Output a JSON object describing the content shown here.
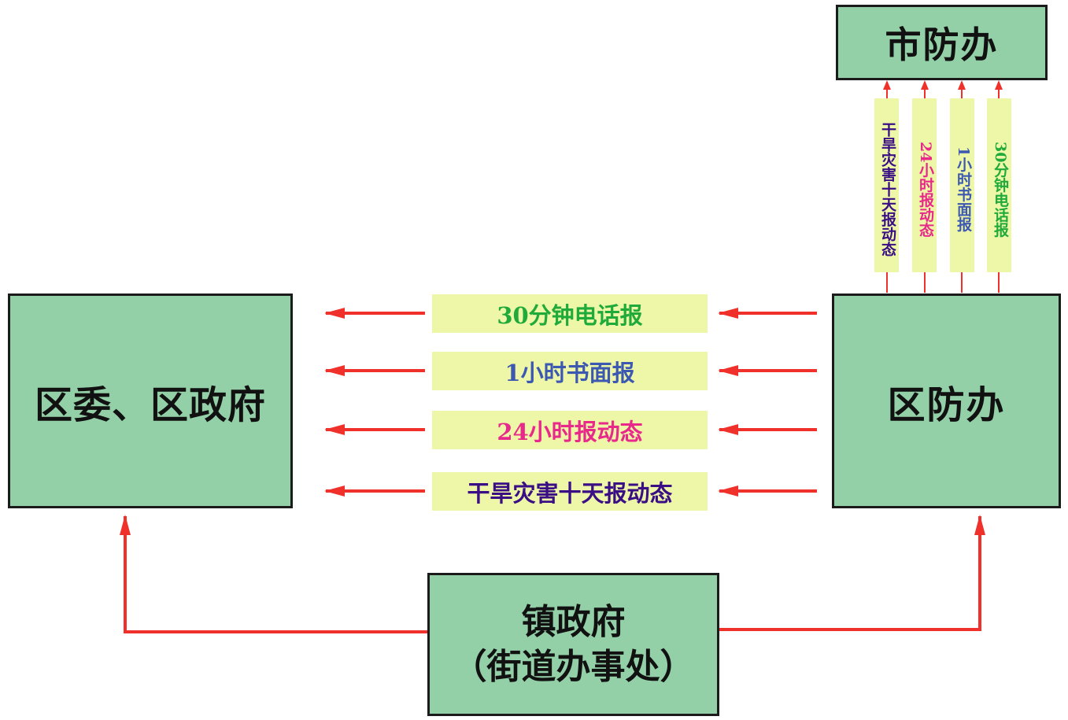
{
  "nodes": {
    "city_office": "市防办",
    "district_gov": "区委、区政府",
    "district_office": "区防办",
    "town_gov_line1": "镇政府",
    "town_gov_line2": "（街道办事处）"
  },
  "report_types": [
    {
      "label": "30分钟电话报",
      "color": "#1faa3a"
    },
    {
      "label": "1小时书面报",
      "color": "#3c58b0"
    },
    {
      "label": "24小时报动态",
      "color": "#e8288a"
    },
    {
      "label": "干旱灾害十天报动态",
      "color": "#3a0e84"
    }
  ],
  "vertical_reports": [
    {
      "label": "干旱灾害十天报动态",
      "color": "#3a0e84"
    },
    {
      "label": "24小时报动态",
      "color": "#e8288a"
    },
    {
      "label": "1小时书面报",
      "color": "#3c58b0"
    },
    {
      "label": "30分钟电话报",
      "color": "#1faa3a"
    }
  ],
  "colors": {
    "box_fill": "#93d0a8",
    "label_fill": "#eef7a8",
    "arrow": "#f0302a"
  }
}
